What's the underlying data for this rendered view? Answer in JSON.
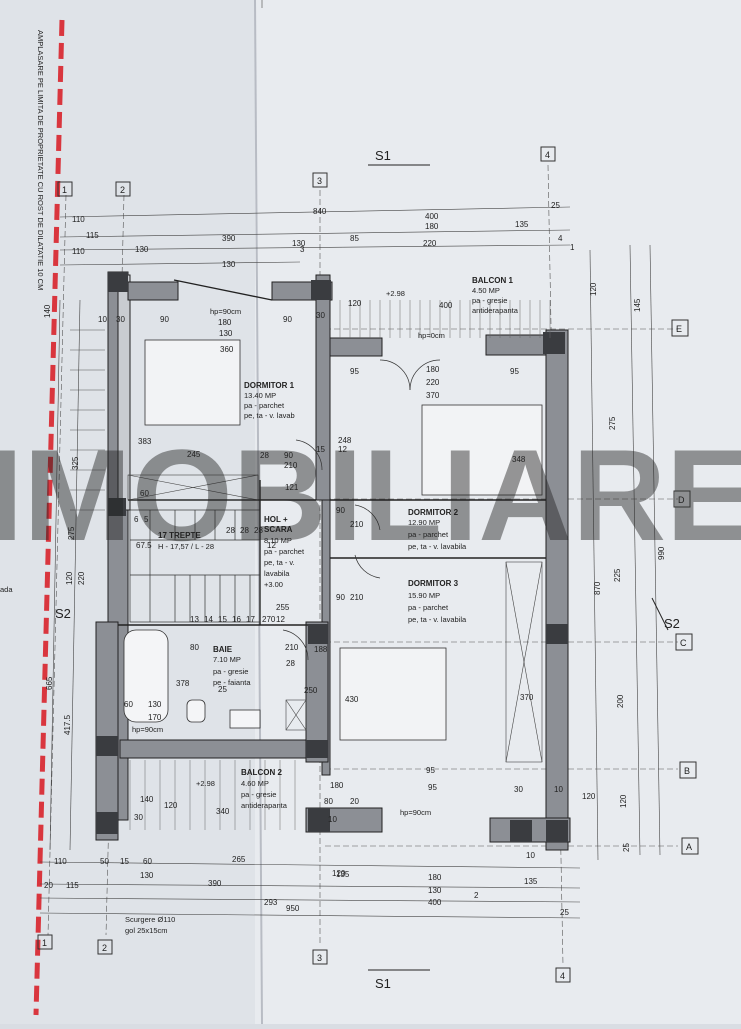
{
  "side_note": "AMPLASARE PE LIMITA DE PROPRIETATE CU ROST DE DILATATIE 10 CM",
  "edge_label": "ada",
  "section_marks": {
    "top": "S1",
    "bottom": "S1",
    "left": "S2",
    "right": "S2"
  },
  "axes": {
    "numbered": [
      "1",
      "2",
      "3",
      "4"
    ],
    "lettered": [
      "E",
      "D",
      "C",
      "B",
      "A"
    ]
  },
  "rooms": {
    "balcon1": {
      "name": "BALCON 1",
      "area": "4.50 MP",
      "l1": "pa - gresie",
      "l2": "antiderapanta"
    },
    "dormitor1": {
      "name": "DORMITOR 1",
      "area": "13.40 MP",
      "l1": "pa - parchet",
      "l2": "pe, ta - v. lavab"
    },
    "dormitor2": {
      "name": "DORMITOR 2",
      "area": "12.90 MP",
      "l1": "pa - parchet",
      "l2": "pe, ta - v. lavabila"
    },
    "dormitor3": {
      "name": "DORMITOR 3",
      "area": "15.90 MP",
      "l1": "pa - parchet",
      "l2": "pe, ta - v. lavabila"
    },
    "hol": {
      "name": "HOL +",
      "name2": "SCARA",
      "area": "8.10 MP",
      "l1": "pa - parchet",
      "l2": "pe, ta - v.",
      "l3": "lavabila",
      "level": "+3.00"
    },
    "baie": {
      "name": "BAIE",
      "area": "7.10 MP",
      "l1": "pa - gresie",
      "l2": "pe - faianta"
    },
    "balcon2": {
      "name": "BALCON 2",
      "area": "4.60 MP",
      "l1": "pa - gresie",
      "l2": "antiderapanta"
    }
  },
  "stairs": {
    "title": "17 TREPTE",
    "formula": "H - 17,57 / L - 28"
  },
  "levels": {
    "balcon1": "+2.98",
    "balcon2": "+2.98"
  },
  "hp_labels": {
    "hp90a": "hp=90cm",
    "hp0": "hp=0cm",
    "hp90b": "hp=90cm",
    "hp90c": "hp=90cm"
  },
  "drain": {
    "l1": "Scurgere Ø110",
    "l2": "gol 25x15cm"
  },
  "dims": {
    "top1": [
      "110",
      "840",
      "400",
      "25"
    ],
    "top2": [
      "115",
      "390",
      "180",
      "135"
    ],
    "top3": [
      "110",
      "130",
      "130",
      "85",
      "220"
    ],
    "top4": [
      "130"
    ],
    "bottom1": [
      "110",
      "50",
      "15",
      "60",
      "265"
    ],
    "bottom2": [
      "20",
      "115",
      "390",
      "130",
      "135",
      "180",
      "135"
    ],
    "bottom3": [
      "293",
      "130",
      "400"
    ],
    "bottom4": [
      "950",
      "25"
    ],
    "right_ch1": [
      "120",
      "275",
      "225",
      "200",
      "120",
      "25"
    ],
    "right_ch2": [
      "145",
      "870",
      "990"
    ],
    "left_ch": [
      "140",
      "325",
      "275",
      "120",
      "220",
      "417.5",
      "665"
    ],
    "interior": [
      "10",
      "30",
      "90",
      "180",
      "130",
      "360",
      "90",
      "30",
      "120",
      "400",
      "180",
      "220",
      "370",
      "95",
      "95",
      "383",
      "245",
      "28",
      "90",
      "210",
      "248",
      "15",
      "12",
      "348",
      "121",
      "60",
      "6",
      "5",
      "28",
      "28",
      "28",
      "67.5",
      "12",
      "90",
      "210",
      "90",
      "210",
      "255",
      "12",
      "13",
      "14",
      "15",
      "16",
      "17",
      "270",
      "80",
      "210",
      "28",
      "188",
      "378",
      "25",
      "60",
      "130",
      "170",
      "250",
      "430",
      "370",
      "95",
      "180",
      "95",
      "30",
      "10",
      "120",
      "140",
      "340",
      "80",
      "20",
      "10",
      "10",
      "30",
      "120",
      "120",
      "2",
      "3",
      "4",
      "1",
      "20"
    ]
  },
  "watermark": "IMOBILIARE"
}
